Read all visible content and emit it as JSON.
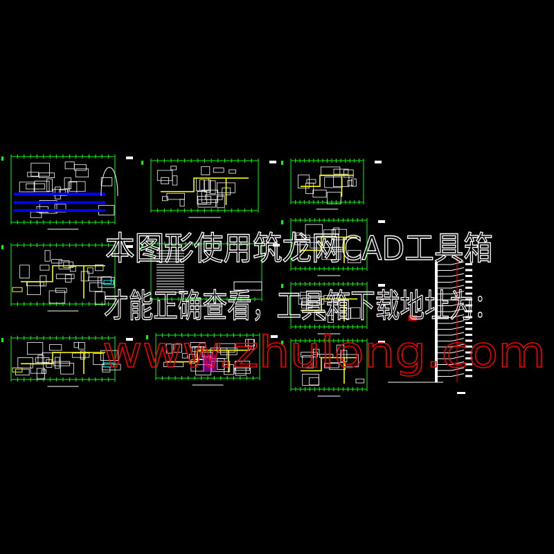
{
  "watermark": {
    "line1": "本图形使用筑龙网CAD工具箱",
    "line2": "才能正确查看，工具箱下载地址为：",
    "url": "www.zhulong.com"
  },
  "colors": {
    "background": "#000000",
    "frame": "#00ff00",
    "wall": "#ffffff",
    "pipe": "#ffff00",
    "fixture": "#00ffff",
    "accent": "#0000ff",
    "equipment": "#ff00ff",
    "alert": "#ff0000",
    "watermark_text": "#ffffff",
    "watermark_url": "#ff0000"
  },
  "sheets": [
    {
      "name": "plan-sheet-1",
      "style": "car-park"
    },
    {
      "name": "plan-sheet-2",
      "style": "pipe-plan"
    },
    {
      "name": "plan-sheet-3",
      "style": "small-plan"
    },
    {
      "name": "plan-sheet-4",
      "style": "ground-plan"
    },
    {
      "name": "plan-sheet-5",
      "style": "legend"
    },
    {
      "name": "plan-sheet-6",
      "style": "small-plan"
    },
    {
      "name": "plan-sheet-7",
      "style": "small-plan"
    },
    {
      "name": "plan-sheet-8",
      "style": "basement-plan"
    },
    {
      "name": "plan-sheet-9",
      "style": "core-plan"
    },
    {
      "name": "plan-sheet-10",
      "style": "small-plan"
    }
  ]
}
